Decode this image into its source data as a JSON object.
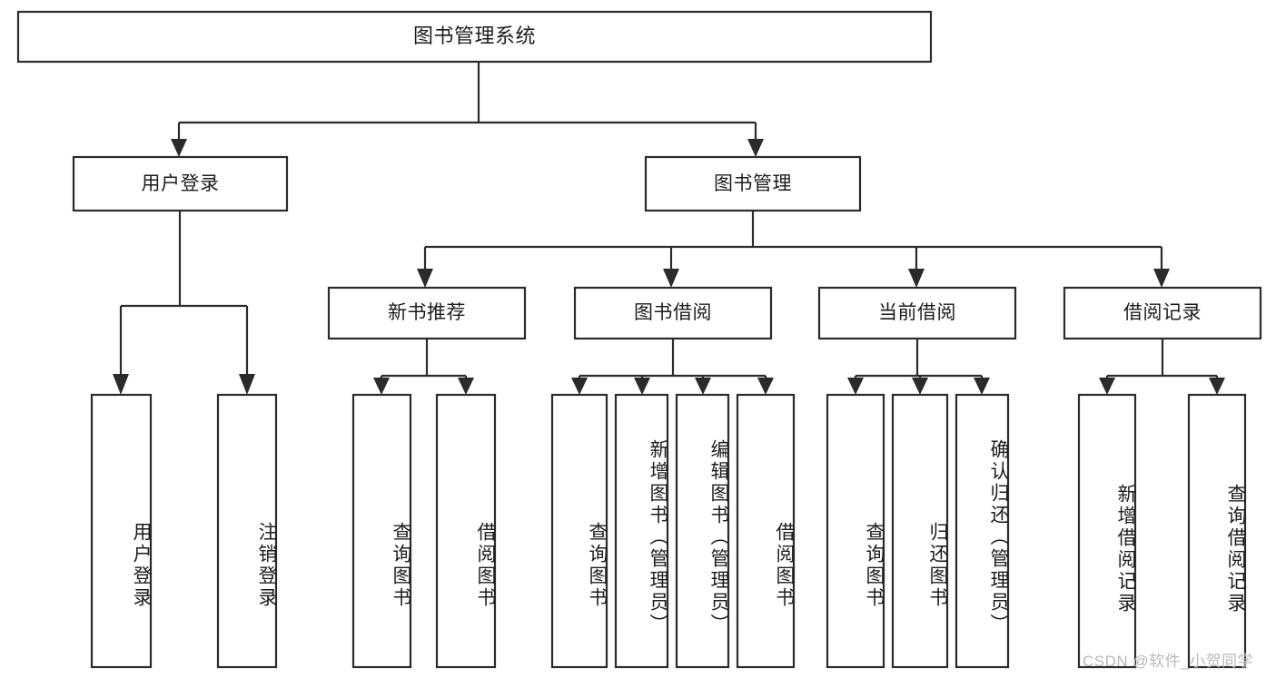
{
  "diagram": {
    "type": "tree-hierarchy-chart",
    "title": "图书管理系统",
    "background_color": "#ffffff",
    "line_color": "#2b2b2b",
    "text_color": "#1d1d1d",
    "root": {
      "id": "root",
      "label": "图书管理系统"
    },
    "level2": [
      {
        "id": "user-login",
        "label": "用户登录"
      },
      {
        "id": "book-manage",
        "label": "图书管理"
      }
    ],
    "level3": [
      {
        "id": "new-book-recommend",
        "label": "新书推荐",
        "parent": "book-manage"
      },
      {
        "id": "book-borrow",
        "label": "图书借阅",
        "parent": "book-manage"
      },
      {
        "id": "current-borrow",
        "label": "当前借阅",
        "parent": "book-manage"
      },
      {
        "id": "borrow-record",
        "label": "借阅记录",
        "parent": "book-manage"
      }
    ],
    "leaves": [
      {
        "id": "leaf-user-login",
        "label": "用户登录",
        "parent": "user-login"
      },
      {
        "id": "leaf-user-logout",
        "label": "注销登录",
        "parent": "user-login"
      },
      {
        "id": "leaf-query-book-1",
        "label": "查询图书",
        "parent": "new-book-recommend"
      },
      {
        "id": "leaf-borrow-book-1",
        "label": "借阅图书",
        "parent": "new-book-recommend"
      },
      {
        "id": "leaf-query-book-2",
        "label": "查询图书",
        "parent": "book-borrow"
      },
      {
        "id": "leaf-add-book",
        "label": "新增图书（管理员）",
        "parent": "book-borrow"
      },
      {
        "id": "leaf-edit-book",
        "label": "编辑图书（管理员）",
        "parent": "book-borrow"
      },
      {
        "id": "leaf-borrow-book-2",
        "label": "借阅图书",
        "parent": "book-borrow"
      },
      {
        "id": "leaf-query-book-3",
        "label": "查询图书",
        "parent": "current-borrow"
      },
      {
        "id": "leaf-return-book",
        "label": "归还图书",
        "parent": "current-borrow"
      },
      {
        "id": "leaf-confirm-return",
        "label": "确认归还（管理员）",
        "parent": "current-borrow"
      },
      {
        "id": "leaf-add-record",
        "label": "新增借阅记录",
        "parent": "borrow-record"
      },
      {
        "id": "leaf-query-record",
        "label": "查询借阅记录",
        "parent": "borrow-record"
      }
    ]
  },
  "watermark": {
    "text": "CSDN @软件_小贺同学",
    "color": "#b9b9b9"
  }
}
